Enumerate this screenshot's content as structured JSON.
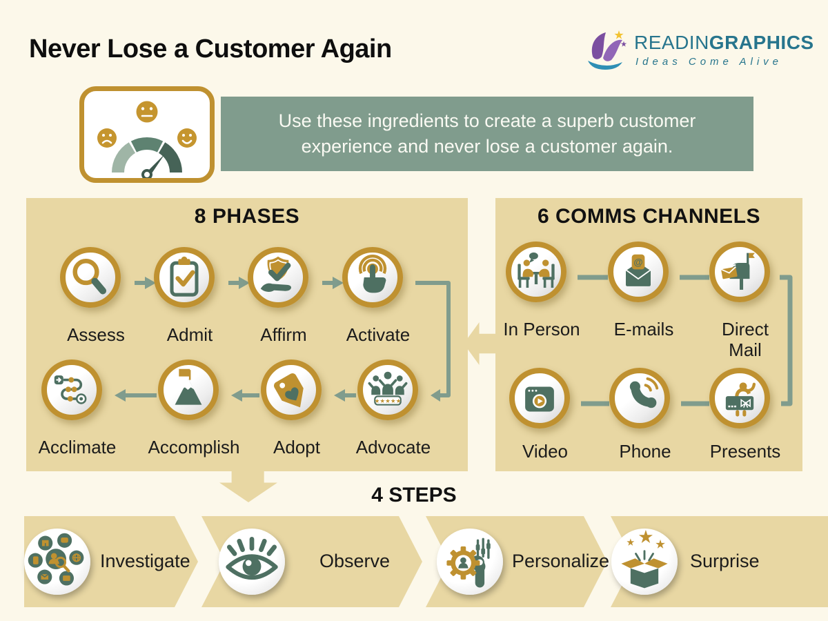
{
  "title": "Never Lose a Customer Again",
  "logo": {
    "brand_light": "READIN",
    "brand_bold": "GRAPHICS",
    "tagline": "Ideas Come Alive"
  },
  "intro": {
    "message": "Use these ingredients to create a superb customer experience and never lose a customer again."
  },
  "phases": {
    "heading": "8 PHASES",
    "items": [
      {
        "label": "Assess",
        "icon": "magnifier-icon"
      },
      {
        "label": "Admit",
        "icon": "clipboard-check-icon"
      },
      {
        "label": "Affirm",
        "icon": "shield-check-hand-icon"
      },
      {
        "label": "Activate",
        "icon": "touch-press-icon"
      },
      {
        "label": "Acclimate",
        "icon": "route-milestones-icon"
      },
      {
        "label": "Accomplish",
        "icon": "mountain-flag-icon"
      },
      {
        "label": "Adopt",
        "icon": "tag-heart-icon"
      },
      {
        "label": "Advocate",
        "icon": "fans-five-stars-icon"
      }
    ],
    "advocate_stars": "★★★★★"
  },
  "channels": {
    "heading": "6 COMMS CHANNELS",
    "items": [
      {
        "label": "In Person",
        "icon": "meeting-icon"
      },
      {
        "label": "E-mails",
        "icon": "email-at-icon"
      },
      {
        "label": "Direct Mail",
        "icon": "mailbox-icon"
      },
      {
        "label": "Video",
        "icon": "video-player-icon"
      },
      {
        "label": "Phone",
        "icon": "phone-handset-icon"
      },
      {
        "label": "Presents",
        "icon": "gift-person-icon"
      }
    ],
    "email_at": "@"
  },
  "steps": {
    "heading": "4 STEPS",
    "items": [
      {
        "label": "Investigate",
        "icon": "research-sources-icon"
      },
      {
        "label": "Observe",
        "icon": "eye-icon"
      },
      {
        "label": "Personalize",
        "icon": "gear-person-icon"
      },
      {
        "label": "Surprise",
        "icon": "surprise-box-icon"
      }
    ]
  },
  "colors": {
    "gold": "#BF9130",
    "green": "#4E7062",
    "sage": "#809C8D",
    "tan": "#E8D7A3",
    "cream": "#FCF8EA",
    "logo_teal": "#27758D"
  }
}
